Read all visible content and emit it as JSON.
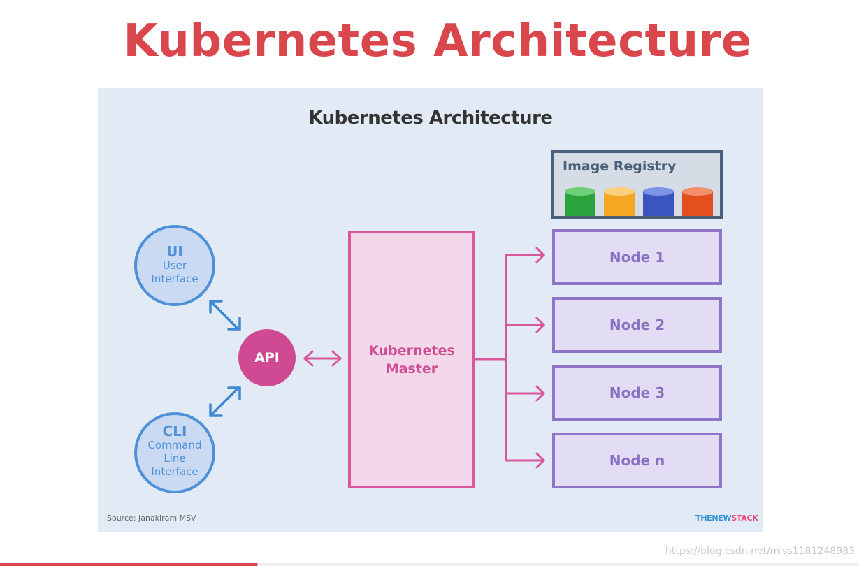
{
  "page": {
    "title": "Kubernetes Architecture"
  },
  "diagram": {
    "title": "Kubernetes Architecture",
    "clients": [
      {
        "short": "UI",
        "line1": "User",
        "line2": "Interface",
        "line3": ""
      },
      {
        "short": "CLI",
        "line1": "Command",
        "line2": "Line",
        "line3": "Interface"
      }
    ],
    "api": {
      "label": "API"
    },
    "master": {
      "line1": "Kubernetes",
      "line2": "Master"
    },
    "registry": {
      "label": "Image Registry",
      "cylinder_colors": [
        "#2aa33c",
        "#f5a623",
        "#3a55c0",
        "#e34f1d"
      ]
    },
    "nodes": [
      "Node 1",
      "Node 2",
      "Node 3",
      "Node n"
    ],
    "colors": {
      "client": "#4f91d9",
      "api": "#cf4a93",
      "master": "#d9579a",
      "node": "#8f75c7",
      "registry": "#4a5f78"
    }
  },
  "footer": {
    "source": "Source: Janakiram MSV",
    "brand_part1": "THENEW",
    "brand_part2": "STACK",
    "watermark": "https://blog.csdn.net/miss1181248983"
  }
}
